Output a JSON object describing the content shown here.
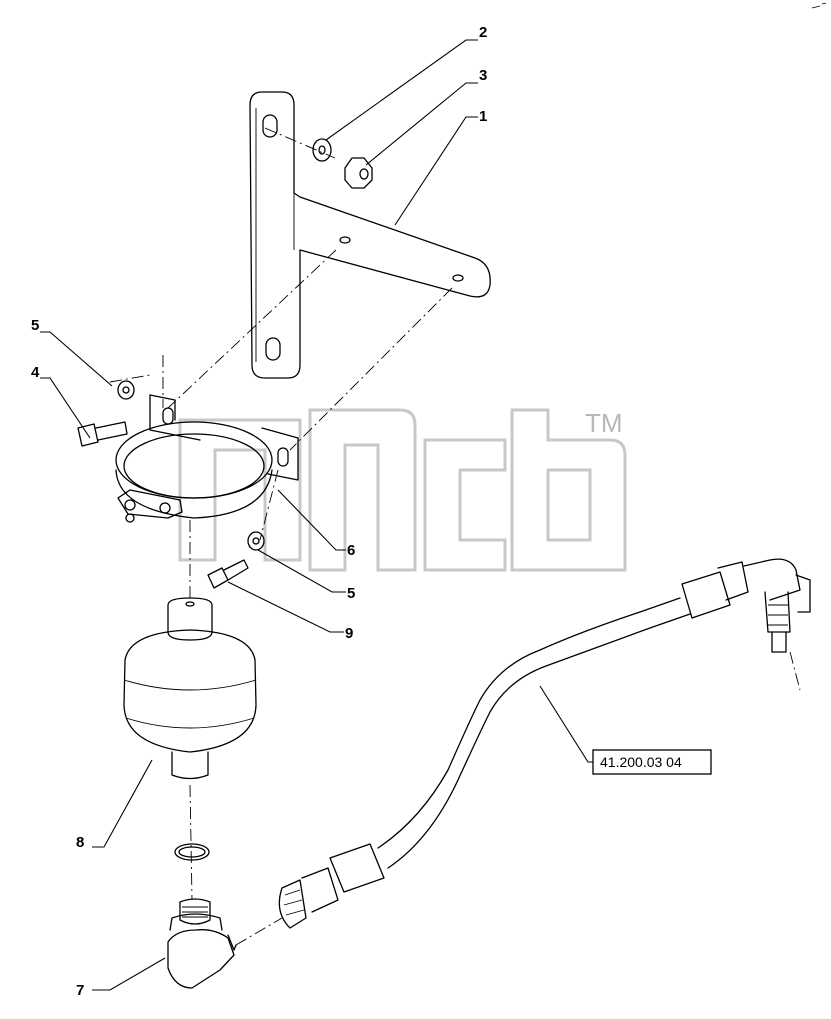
{
  "callouts": {
    "c1": "1",
    "c2": "2",
    "c3": "3",
    "c4": "4",
    "c5a": "5",
    "c5b": "5",
    "c6": "6",
    "c7": "7",
    "c8": "8",
    "c9": "9"
  },
  "reference": {
    "label": "41.200.03 04"
  },
  "watermark": {
    "trademark": "TM"
  }
}
